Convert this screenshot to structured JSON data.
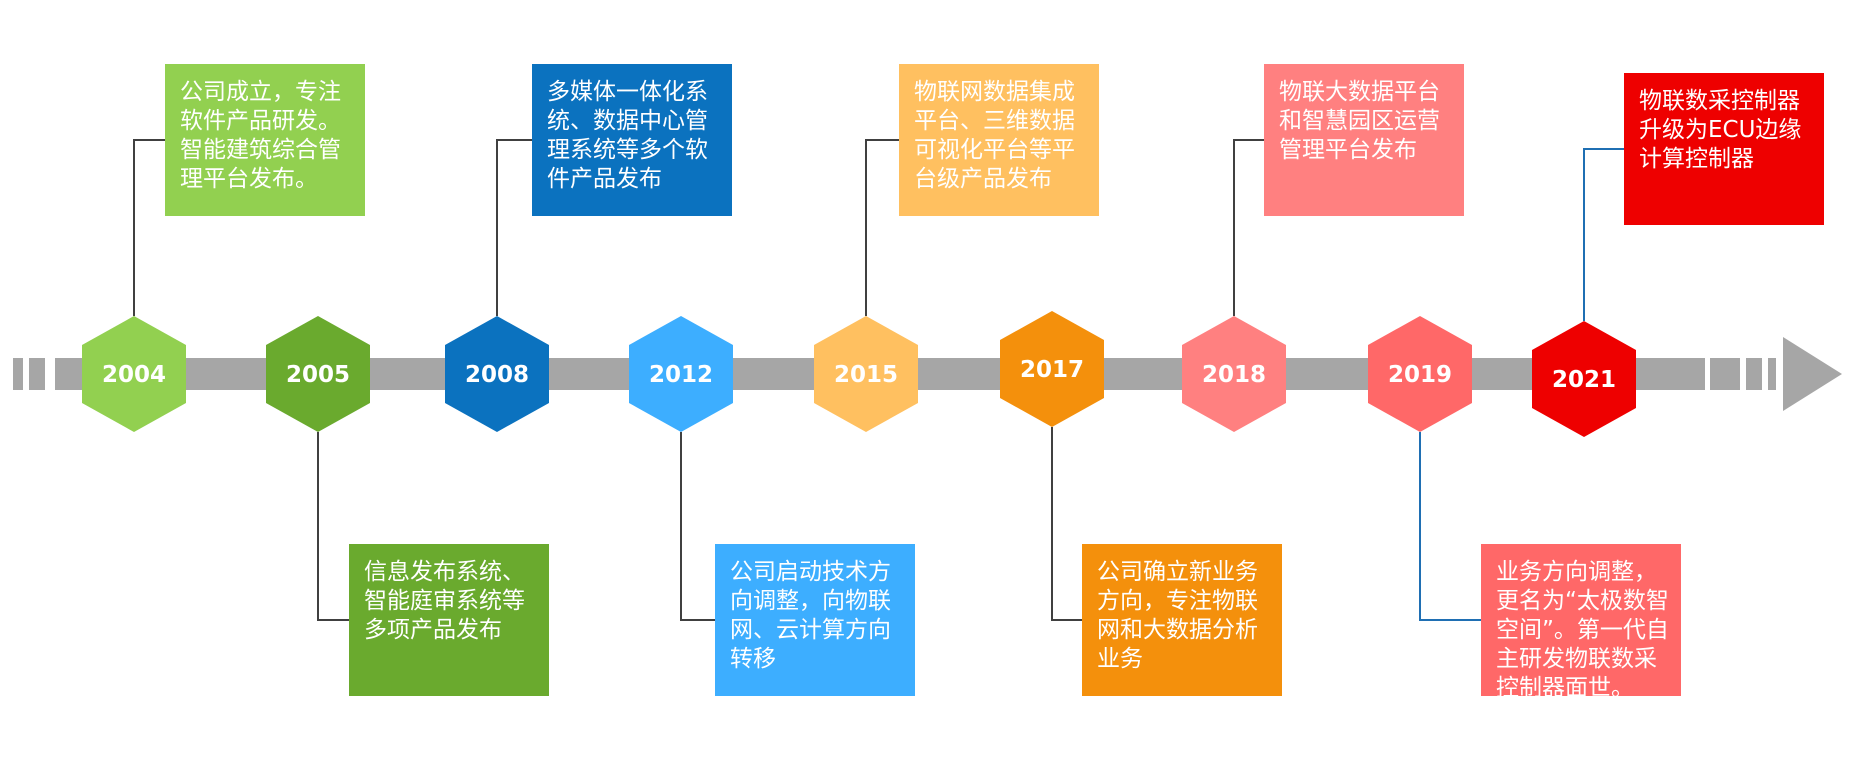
{
  "milestones": [
    {
      "year": "2004",
      "text": "公司成立，专注软件产品研发。智能建筑综合管理平台发布。",
      "color": "#92d050"
    },
    {
      "year": "2005",
      "text": "信息发布系统、智能庭审系统等多项产品发布",
      "color": "#6aaa2e"
    },
    {
      "year": "2008",
      "text": "多媒体一体化系统、数据中心管理系统等多个软件产品发布",
      "color": "#0b72bf"
    },
    {
      "year": "2012",
      "text": "公司启动技术方向调整，向物联网、云计算方向转移",
      "color": "#3daeff"
    },
    {
      "year": "2015",
      "text": "物联网数据集成平台、三维数据可视化平台等平台级产品发布",
      "color": "#ffc060"
    },
    {
      "year": "2017",
      "text": "公司确立新业务方向，专注物联网和大数据分析业务",
      "color": "#f4900c"
    },
    {
      "year": "2018",
      "text": "物联大数据平台和智慧园区运营管理平台发布",
      "color": "#ff8080"
    },
    {
      "year": "2019",
      "text": "业务方向调整，更名为“太极数智空间”。第一代自主研发物联数采控制器面世。",
      "color": "#ff6868"
    },
    {
      "year": "2021",
      "text": "物联数采控制器升级为ECU边缘计算控制器",
      "color": "#ee0000"
    }
  ],
  "colors": {
    "axis": "#a6a6a6",
    "connector_dark": "#404040",
    "connector_blue": "#1f6fb3"
  }
}
